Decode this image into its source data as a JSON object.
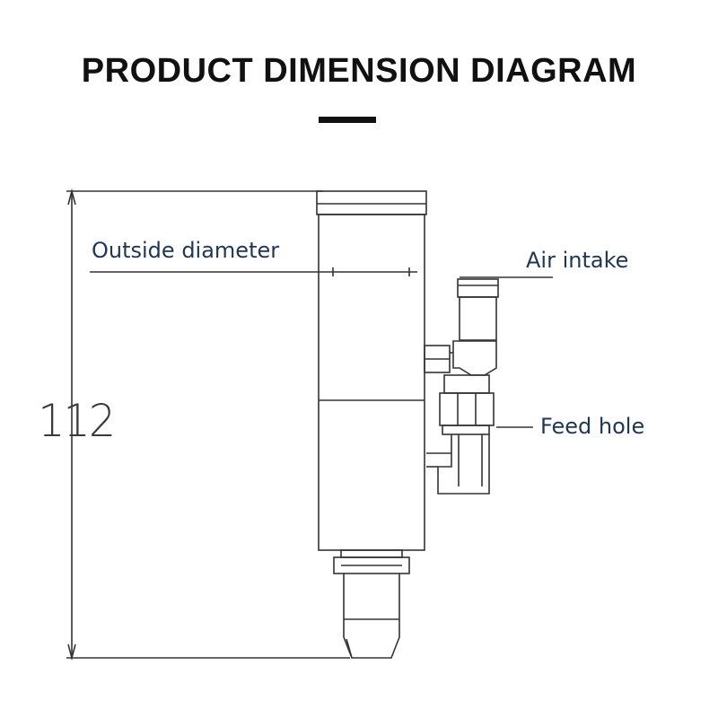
{
  "title": "PRODUCT DIMENSION DIAGRAM",
  "labels": {
    "outside_diameter": "Outside diameter",
    "air_intake": "Air intake",
    "feed_hole": "Feed hole"
  },
  "dimension": {
    "height": "112"
  },
  "colors": {
    "title": "#111111",
    "label": "#1f3655",
    "line": "#333333"
  }
}
